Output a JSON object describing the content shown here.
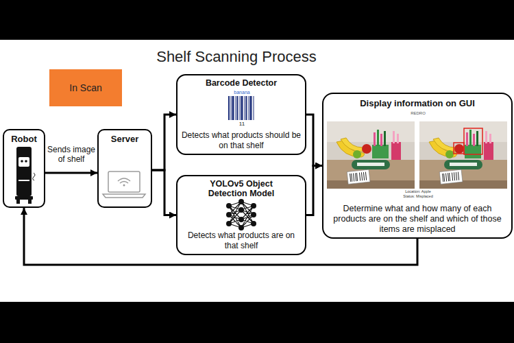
{
  "diagram": {
    "title": "Shelf Scanning Process",
    "nodes": [
      {
        "text": [
          "In Scan"
        ]
      },
      {
        "text": [
          "Robot"
        ]
      },
      {
        "text": [
          "Server"
        ]
      },
      {
        "text": [
          "Barcode Detector",
          "Detects what products should be on that shelf"
        ]
      },
      {
        "text": [
          "YOLOv5 Object Detection Model",
          "Detects what products are on that shelf"
        ]
      },
      {
        "text": [
          "Display information on GUI",
          "Determine what and how many of each products are on the shelf and which of those items are misplaced"
        ]
      }
    ],
    "edges": [
      {
        "from": 1,
        "to": 2,
        "arrow": "to",
        "label": "Sends image of shelf"
      },
      {
        "from": 2,
        "to": 3,
        "arrow": "to"
      },
      {
        "from": 2,
        "to": 4,
        "arrow": "to"
      },
      {
        "from": 3,
        "to": 5,
        "arrow": "to"
      },
      {
        "from": 4,
        "to": 5,
        "arrow": "to"
      },
      {
        "from": 5,
        "to": 1,
        "arrow": "to"
      }
    ],
    "labels": [
      "banana",
      "11",
      "REDRO",
      "Location: Apple",
      "Status: Misplaced"
    ]
  }
}
